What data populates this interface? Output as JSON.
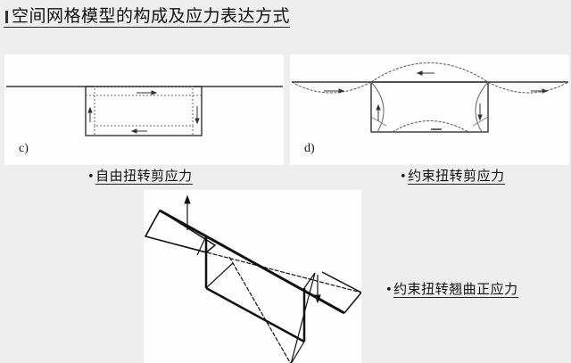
{
  "slide": {
    "title": "空间网格模型的构成及应力表达方式",
    "panels": [
      {
        "id": "c",
        "label": "c)",
        "caption": "自由扭转剪应力"
      },
      {
        "id": "d",
        "label": "d)",
        "caption": "约束扭转剪应力"
      },
      {
        "id": "e",
        "label": "",
        "caption": "约束扭转翘曲正应力"
      }
    ],
    "bullet": "•"
  }
}
